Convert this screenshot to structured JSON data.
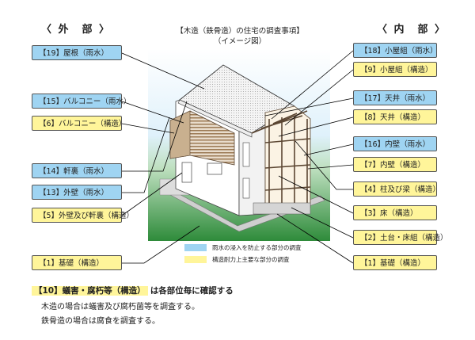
{
  "headers": {
    "exterior": "〈 外　部 〉",
    "interior": "〈 内　部 〉"
  },
  "title": {
    "line1": "【木造（鉄骨造）の住宅の調査事項】",
    "line2": "（イメージ図）"
  },
  "left_labels": [
    {
      "text": "【19】屋根（雨水）",
      "kind": "blue"
    },
    {
      "text": "【15】バルコニー（雨水）",
      "kind": "blue"
    },
    {
      "text": "【6】バルコニー（構造）",
      "kind": "yellow"
    },
    {
      "text": "【14】軒裏（雨水）",
      "kind": "blue"
    },
    {
      "text": "【13】外壁（雨水）",
      "kind": "blue"
    },
    {
      "text": "【5】外壁及び軒裏（構造）",
      "kind": "yellow"
    },
    {
      "text": "【1】基礎（構造）",
      "kind": "yellow"
    }
  ],
  "right_labels": [
    {
      "text": "【18】小屋組（雨水）",
      "kind": "blue"
    },
    {
      "text": "【9】小屋組（構造）",
      "kind": "yellow"
    },
    {
      "text": "【17】天井（雨水）",
      "kind": "blue"
    },
    {
      "text": "【8】天井（構造）",
      "kind": "yellow"
    },
    {
      "text": "【16】内壁（雨水）",
      "kind": "blue"
    },
    {
      "text": "【7】内壁（構造）",
      "kind": "yellow"
    },
    {
      "text": "【4】柱及び梁（構造）",
      "kind": "yellow"
    },
    {
      "text": "【3】床（構造）",
      "kind": "yellow"
    },
    {
      "text": "【2】土台・床組（構造）",
      "kind": "yellow"
    },
    {
      "text": "【1】基礎（構造）",
      "kind": "yellow"
    }
  ],
  "legend": [
    {
      "text": "雨水の浸入を防止する部分の調査",
      "color": "#9fd4f2"
    },
    {
      "text": "構造耐力上主要な部分の調査",
      "color": "#fff59a"
    }
  ],
  "note": {
    "badge": "【10】蟻害・腐朽等（構造）",
    "suffix": "は各部位毎に確認する",
    "line2": "木造の場合は蟻害及び腐朽菌等を調査する。",
    "line3": "鉄骨造の場合は腐食を調査する。"
  },
  "colors": {
    "rain": "#9fd4f2",
    "structure": "#fff59a",
    "sky": "#dff1fb",
    "ground": "#2e8b3a"
  }
}
